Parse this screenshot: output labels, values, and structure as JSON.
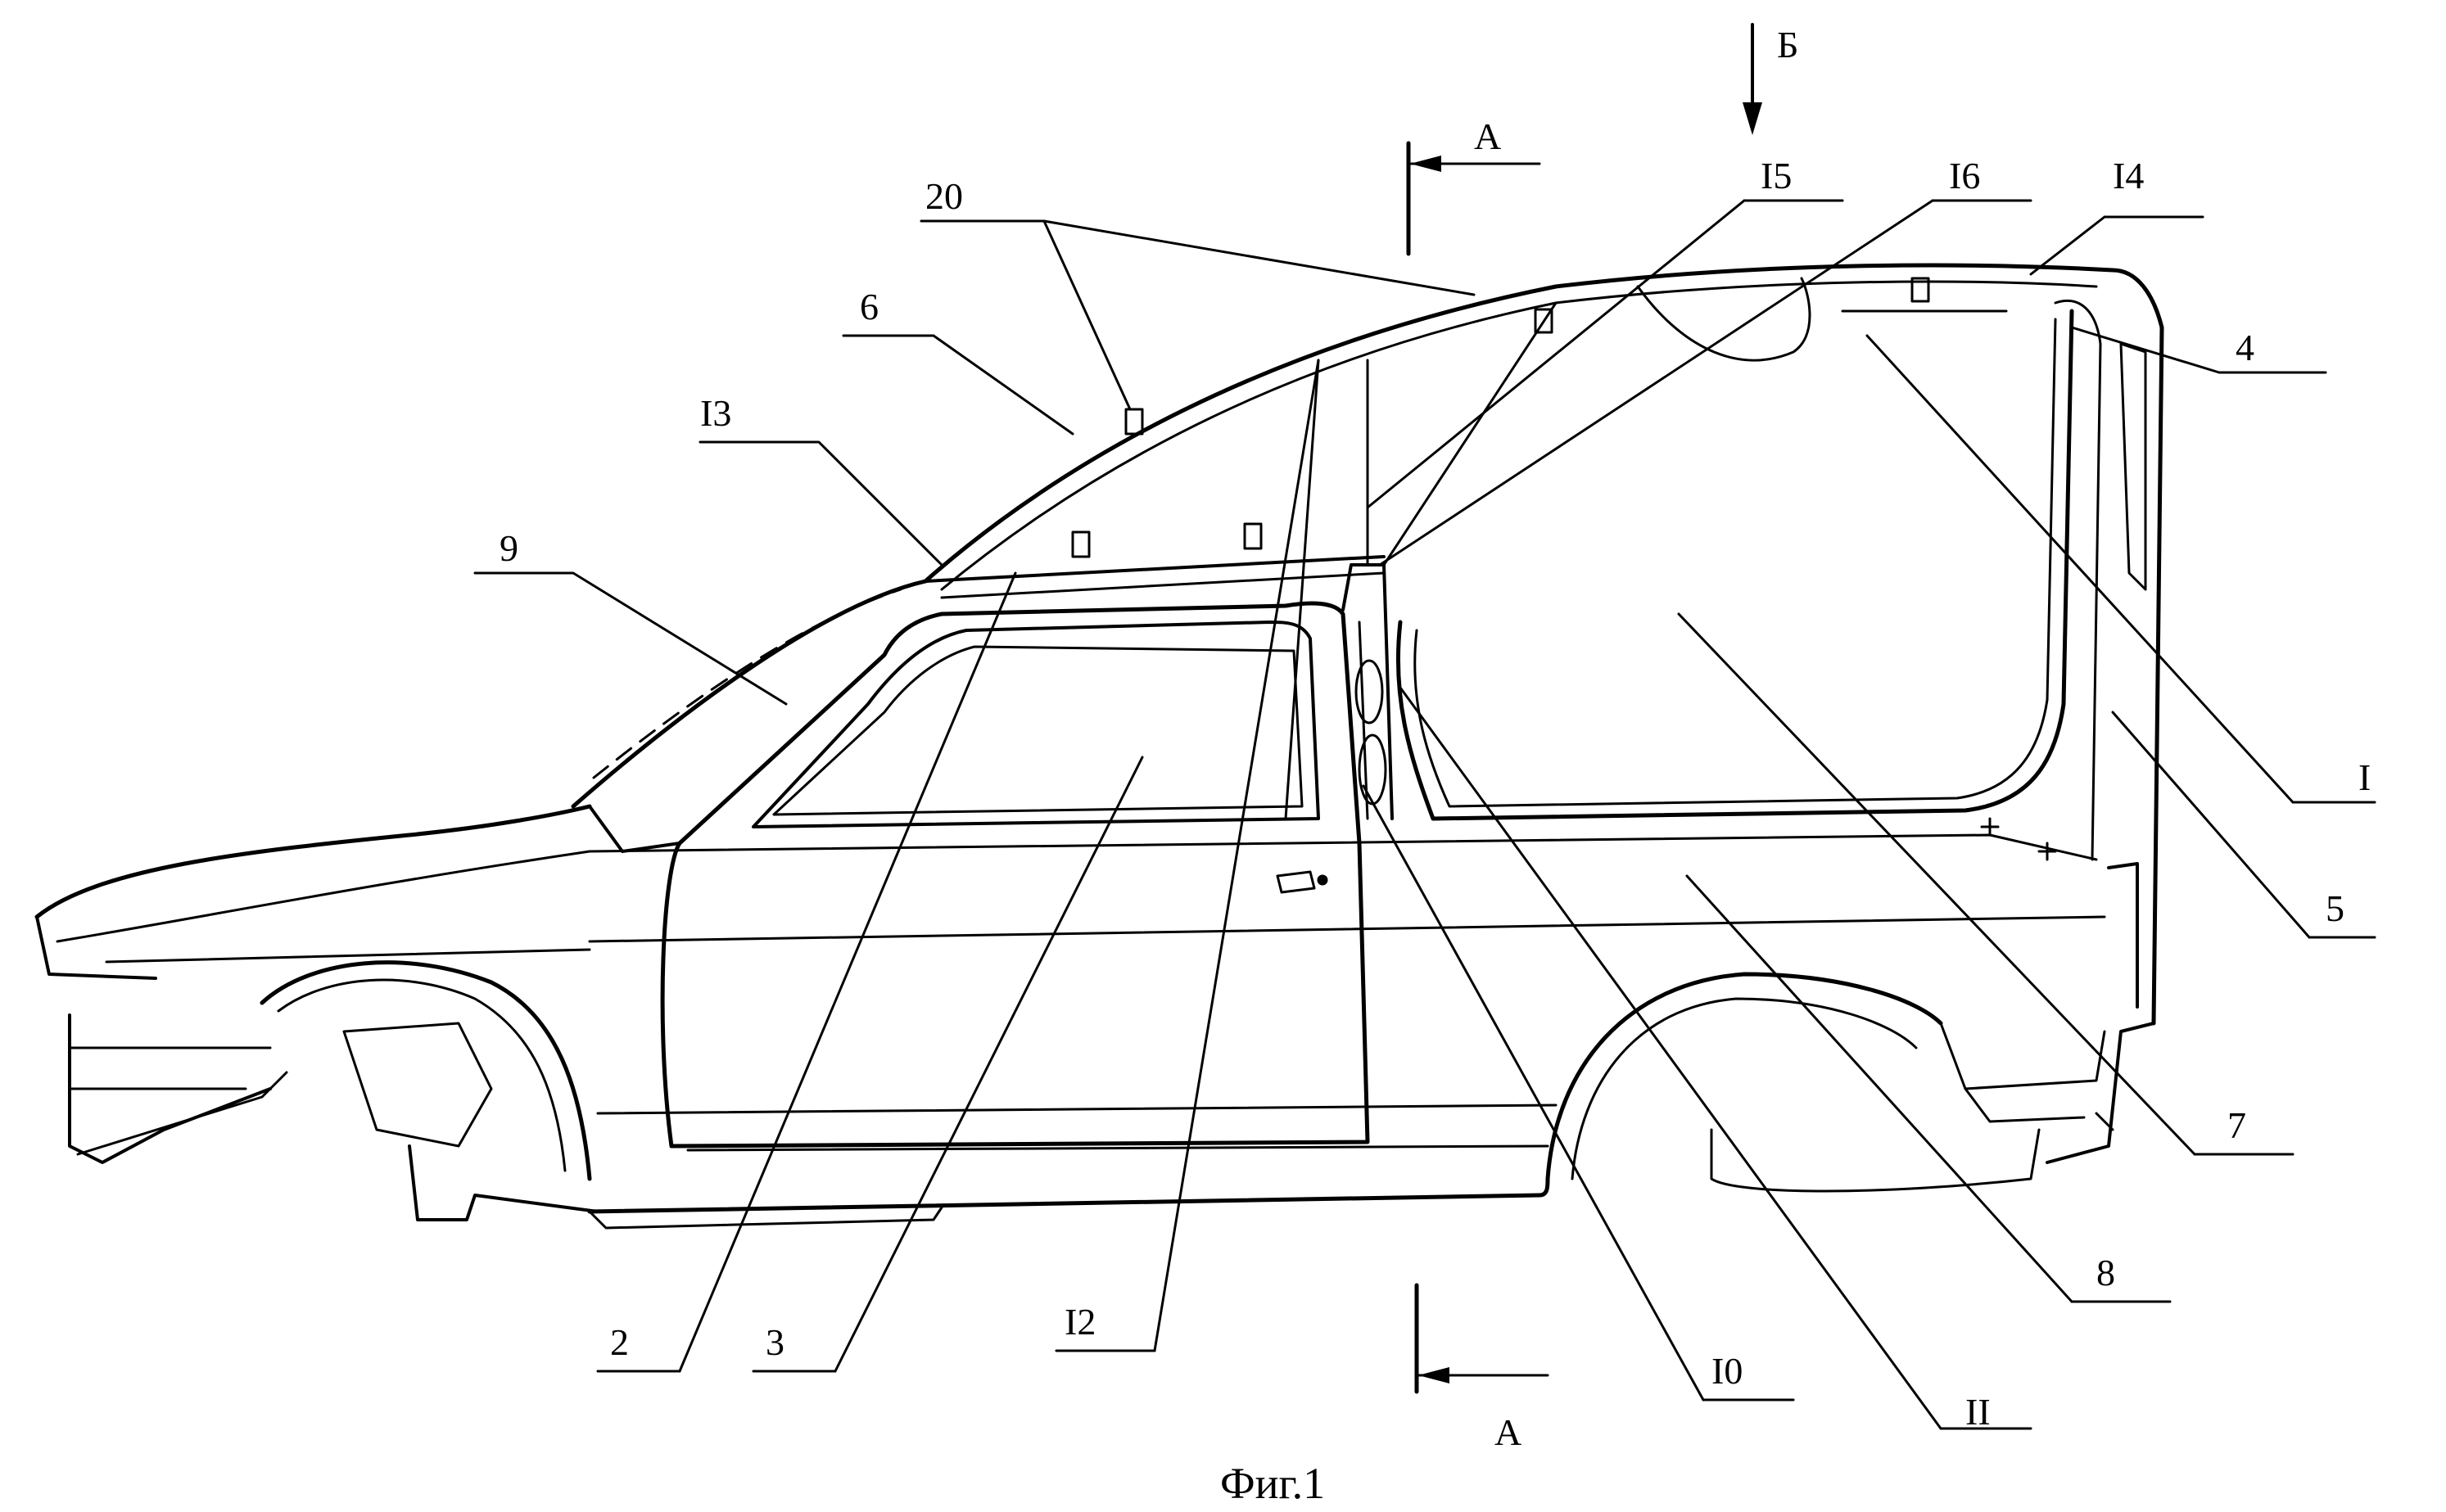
{
  "caption": "Фиг.1",
  "section_marks": {
    "a": "А",
    "view_b": "Б"
  },
  "labels": {
    "l1": "I",
    "l2": "2",
    "l3": "3",
    "l4": "4",
    "l5": "5",
    "l6": "6",
    "l7": "7",
    "l8": "8",
    "l9": "9",
    "l10": "I0",
    "l11": "II",
    "l12": "I2",
    "l13": "I3",
    "l14": "I4",
    "l15": "I5",
    "l16": "I6",
    "l20": "20"
  }
}
